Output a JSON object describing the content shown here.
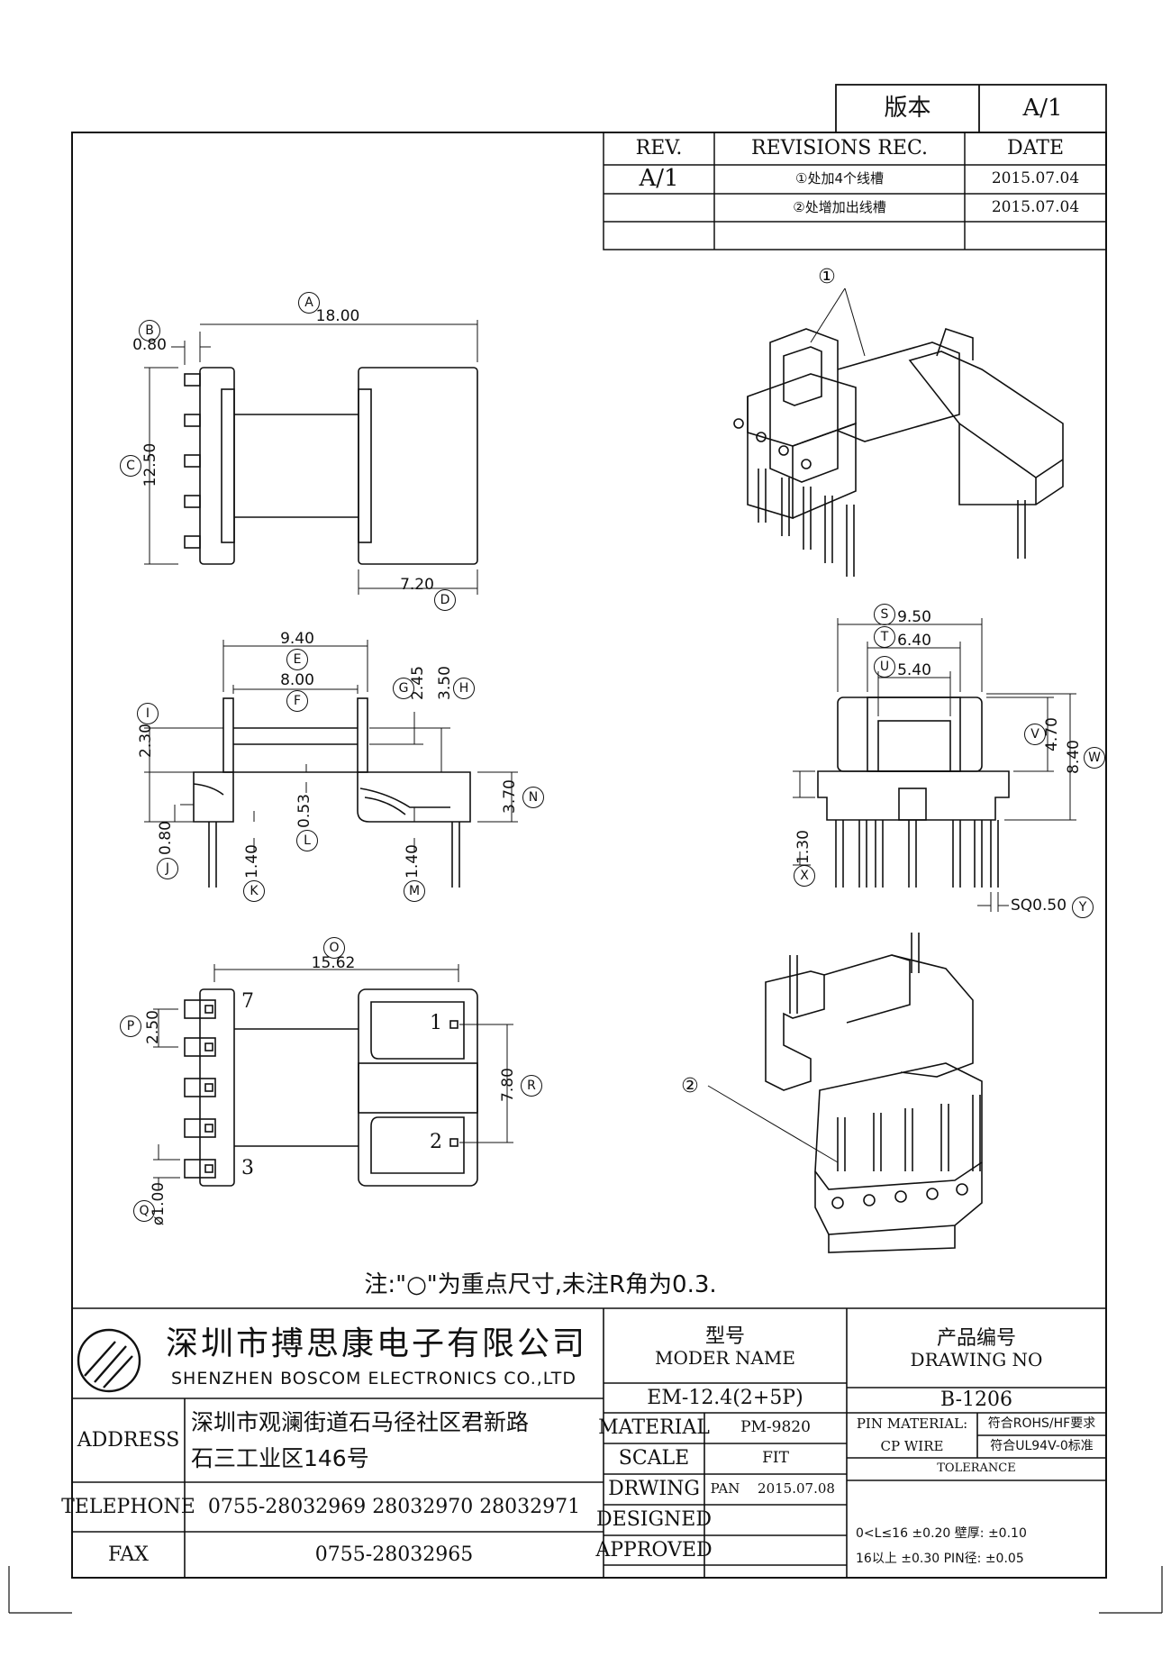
{
  "version_box": {
    "label": "版本",
    "value": "A/1"
  },
  "revisions": {
    "headers": {
      "rev": "REV.",
      "rec": "REVISIONS REC.",
      "date": "DATE"
    },
    "rev_value": "A/1",
    "rows": [
      {
        "rec": "①处加4个线槽",
        "date": "2015.07.04"
      },
      {
        "rec": "②处增加出线槽",
        "date": "2015.07.04"
      }
    ]
  },
  "dims": {
    "A": "18.00",
    "B": "0.80",
    "C": "12.50",
    "D": "7.20",
    "E": "9.40",
    "F": "8.00",
    "G": "2.45",
    "H": "3.50",
    "I": "2.30",
    "J": "0.80",
    "K": "1.40",
    "L": "0.53",
    "M": "1.40",
    "N": "3.70",
    "O": "15.62",
    "P": "2.50",
    "Q": "ø1.00",
    "R": "7.80",
    "S": "9.50",
    "T": "6.40",
    "U": "5.40",
    "V": "4.70",
    "W": "8.40",
    "X": "1.30",
    "Y": "SQ0.50"
  },
  "pin_labels": {
    "p7": "7",
    "p3": "3",
    "p1": "1",
    "p2": "2"
  },
  "callouts": {
    "c1": "①",
    "c2": "②"
  },
  "note": "注:\"○\"为重点尺寸,未注R角为0.3.",
  "title_block": {
    "company_cn": "深圳市搏思康电子有限公司",
    "company_en": "SHENZHEN BOSCOM ELECTRONICS CO.,LTD",
    "address_label": "ADDRESS",
    "address_line1": "深圳市观澜街道石马径社区君新路",
    "address_line2": "石三工业区146号",
    "telephone_label": "TELEPHONE",
    "telephone": "0755-28032969 28032970 28032971",
    "fax_label": "FAX",
    "fax": "0755-28032965",
    "model_label_cn": "型号",
    "model_label_en": "MODER NAME",
    "model_value": "EM-12.4(2+5P)",
    "drawing_label_cn": "产品编号",
    "drawing_label_en": "DRAWING NO",
    "drawing_value": "B-1206",
    "material_label": "MATERIAL",
    "material_value": "PM-9820",
    "scale_label": "SCALE",
    "scale_value": "FIT",
    "drwing_label": "DRWING",
    "drwing_name": "PAN",
    "drwing_date": "2015.07.08",
    "designed_label": "DESIGNED",
    "approved_label": "APPROVED",
    "pin_material_label": "PIN MATERIAL:",
    "cp_wire_label": "CP WIRE",
    "rohs": "符合ROHS/HF要求",
    "ul": "符合UL94V-0标准",
    "tolerance_label": "TOLERANCE",
    "tol1": "0<L≤16 ±0.20 壁厚: ±0.10",
    "tol2": "16以上  ±0.30 PIN径: ±0.05"
  }
}
